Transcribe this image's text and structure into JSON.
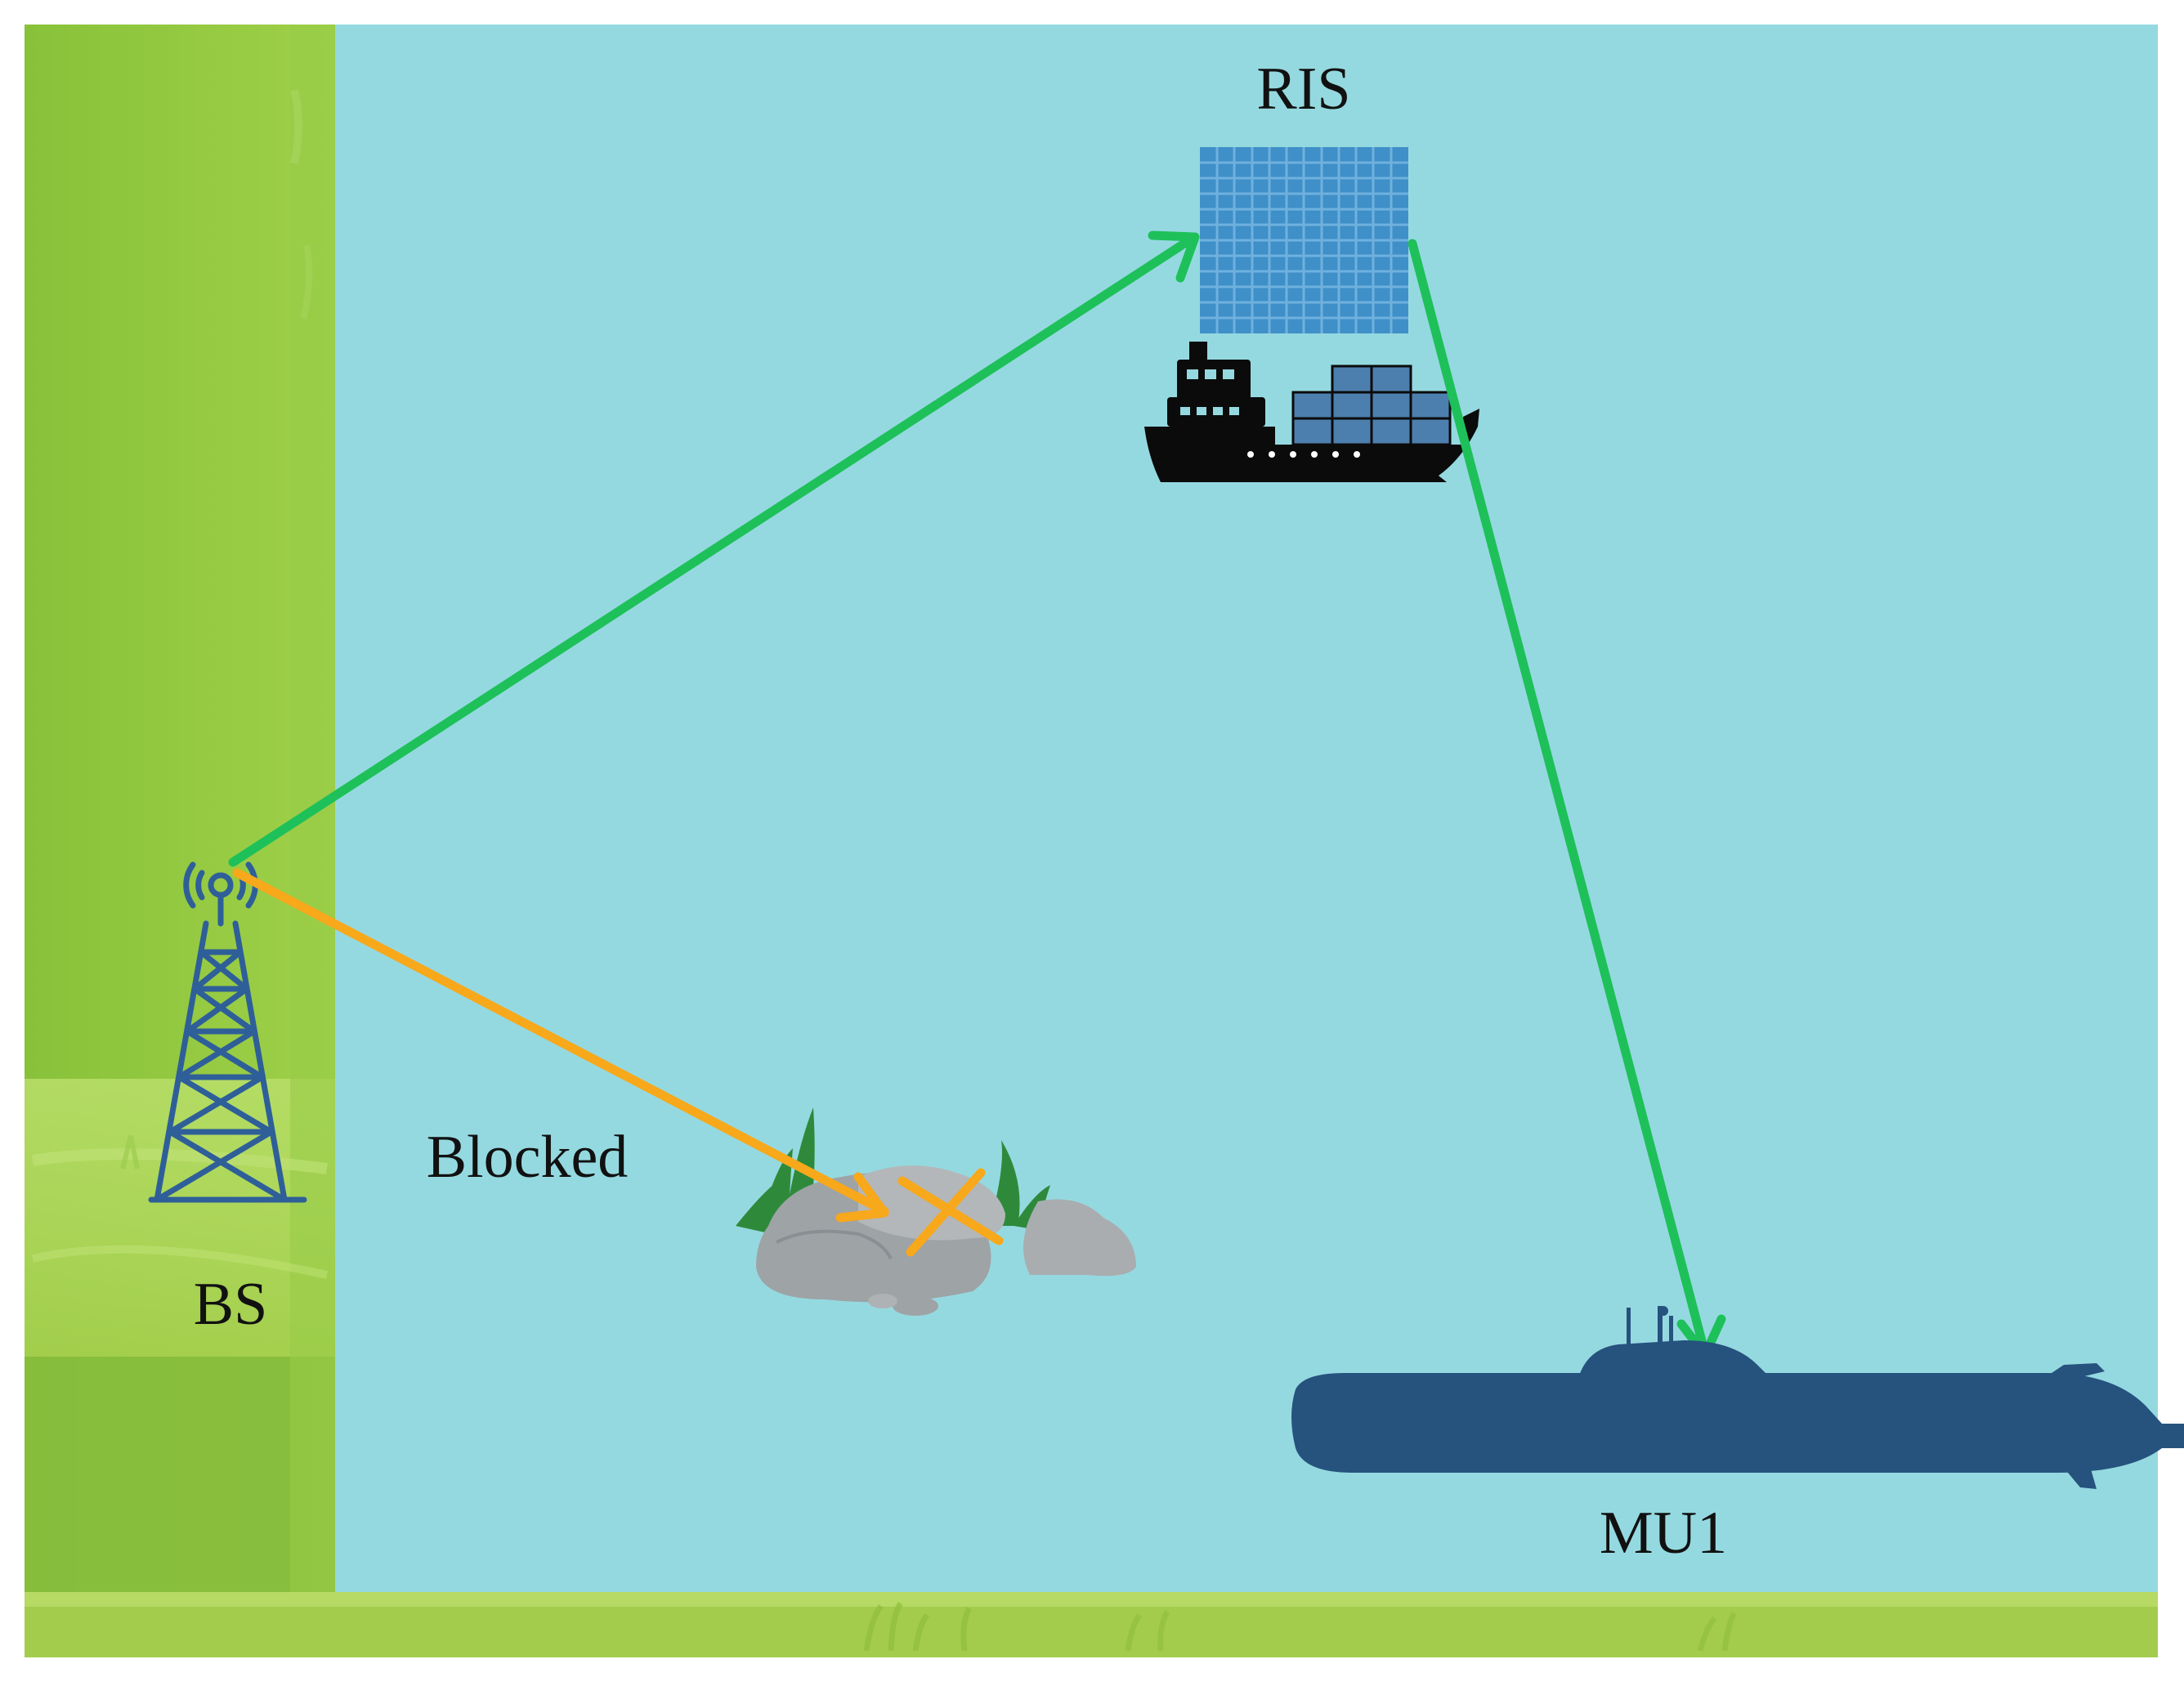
{
  "labels": {
    "ris": "RIS",
    "bs": "BS",
    "blocked": "Blocked",
    "mu": "MU1"
  },
  "colors": {
    "water": "#95d9e0",
    "shore_left": "#8fc740",
    "shore_left_light": "#a6d44f",
    "shore_bottom": "#a3cc4d",
    "link_active": "#1ec05a",
    "link_blocked": "#f7a81b",
    "ris_panel": "#3f8fc8",
    "tower": "#2f5f98",
    "submarine": "#26527e",
    "ship": "#0b0b0b",
    "container": "#4d7fae",
    "rock": "#9ea3a6"
  },
  "icons": [
    "ris-panel-icon",
    "ship-icon",
    "base-station-tower-icon",
    "submarine-icon",
    "rock-obstacle-icon",
    "grass-icon",
    "blocked-cross-icon"
  ]
}
